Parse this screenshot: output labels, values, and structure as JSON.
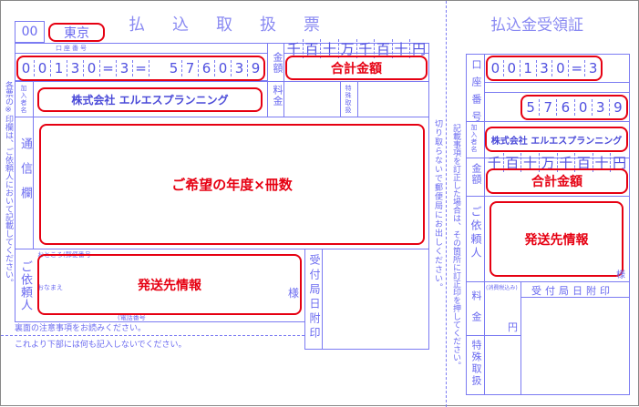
{
  "left": {
    "title": "払　込　取　扱　票",
    "code": "00",
    "office": "東京",
    "account_header": "口座番号",
    "account_digits": [
      "0",
      "0",
      "1",
      "3",
      "0",
      "=",
      "3",
      "=",
      "",
      "5",
      "7",
      "6",
      "0",
      "3",
      "9"
    ],
    "amount_label": "金額",
    "amount_placeholder": "合計金額",
    "unit_headers": [
      "千",
      "百",
      "十",
      "万",
      "千",
      "百",
      "十",
      "円"
    ],
    "subscriber_label": "加入者名",
    "subscriber": "株式会社 エルエスプランニング",
    "fee_label": "料金",
    "special_label": "特殊取扱",
    "message_label": "通信欄",
    "message_placeholder": "ご希望の年度×冊数",
    "requester_label": "ご依頼人",
    "requester_placeholder": "発送先情報",
    "address_label": "おところ(郵便番号",
    "name_label": "おなまえ",
    "phone_label": "(電話番号",
    "sama": "様",
    "stamp_label": "受付局日附印",
    "note1": "裏面の注意事項をお読みください。",
    "note2": "これより下部には何も記入しないでください。",
    "side_note": "各票の※印欄は、ご依頼人において記載してください。",
    "middle_note": "切り取らないで郵便局にお出しください。"
  },
  "right": {
    "title": "払込金受領証",
    "account_label": "口座番号",
    "account_digits1": [
      "0",
      "0",
      "1",
      "3",
      "0",
      "=",
      "3"
    ],
    "account_digits2": [
      "5",
      "7",
      "6",
      "0",
      "3",
      "9"
    ],
    "subscriber_label": "加入者名",
    "subscriber": "株式会社 エルエスプランニング",
    "amount_label": "金額",
    "amount_placeholder": "合計金額",
    "requester_label": "ご依頼人",
    "requester_placeholder": "発送先情報",
    "sama": "様",
    "fee_label": "料金",
    "tax_note": "(消費税込み)",
    "yen": "円",
    "stamp_label": "受付局日附印",
    "special_label": "特殊取扱",
    "side_note": "記載事項を訂正した場合は、その箇所に訂正印を押してください。"
  }
}
